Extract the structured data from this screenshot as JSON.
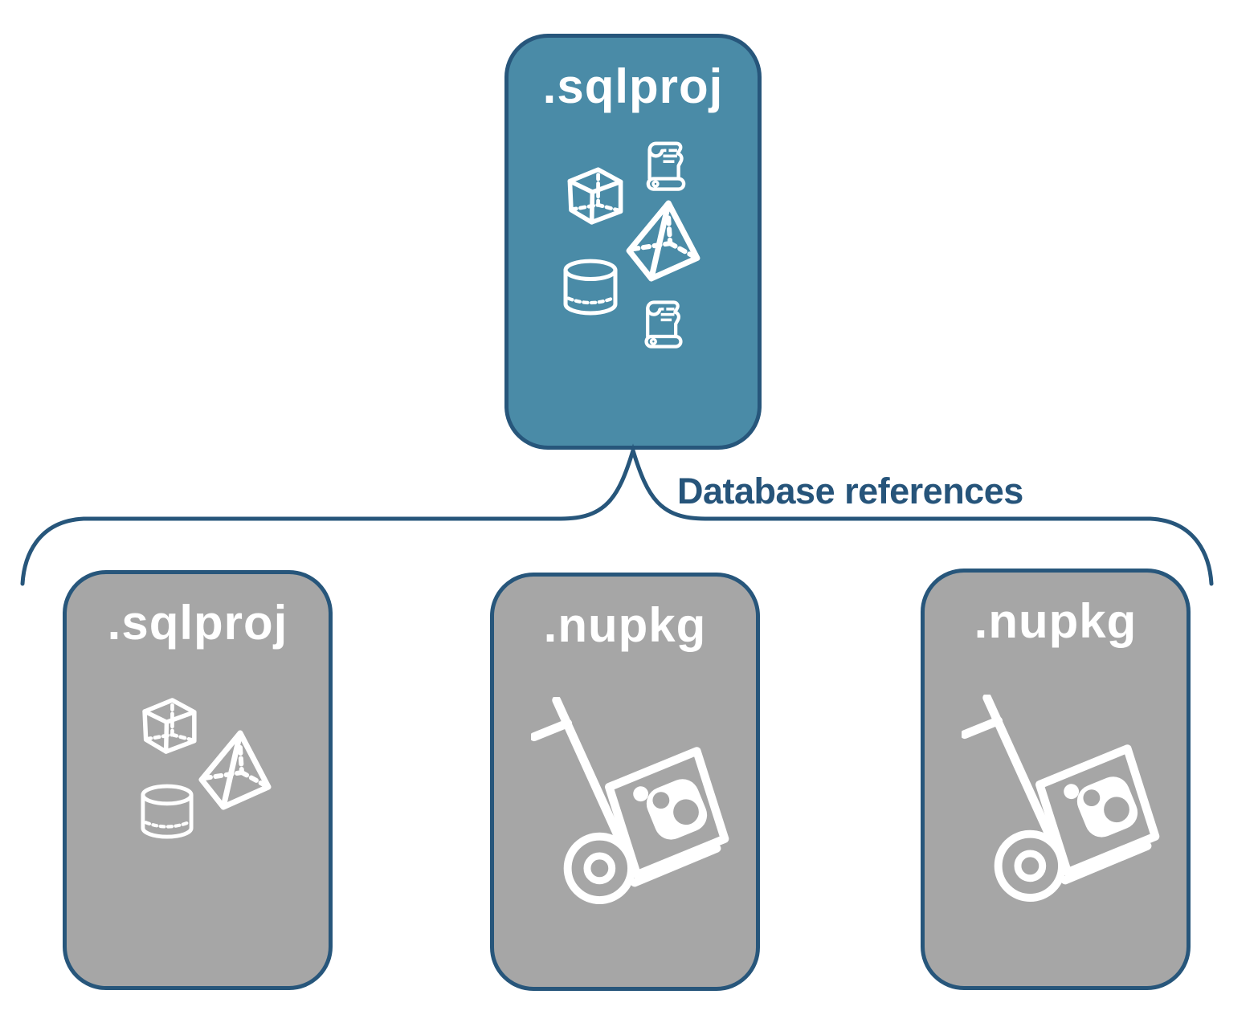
{
  "diagram": {
    "background": "#FFFFFF",
    "colors": {
      "accent": "#27567B",
      "root_card_fill": "#4A8BA7",
      "child_card_fill": "#A6A6A6",
      "label_text": "#26547A",
      "card_title_text": "#FFFFFF",
      "icon_stroke": "#FFFFFF"
    },
    "connector": {
      "type": "curly-brace",
      "label": "Database references"
    },
    "root_card": {
      "label": ".sqlproj",
      "icons": [
        "scroll-icon",
        "cube-icon",
        "pyramid-icon",
        "cylinder-icon",
        "scroll-icon"
      ]
    },
    "child_cards": [
      {
        "label": ".sqlproj",
        "icons": [
          "cube-icon",
          "pyramid-icon",
          "cylinder-icon"
        ]
      },
      {
        "label": ".nupkg",
        "icons": [
          "nuget-handtruck-icon"
        ]
      },
      {
        "label": ".nupkg",
        "icons": [
          "nuget-handtruck-icon"
        ]
      }
    ]
  }
}
